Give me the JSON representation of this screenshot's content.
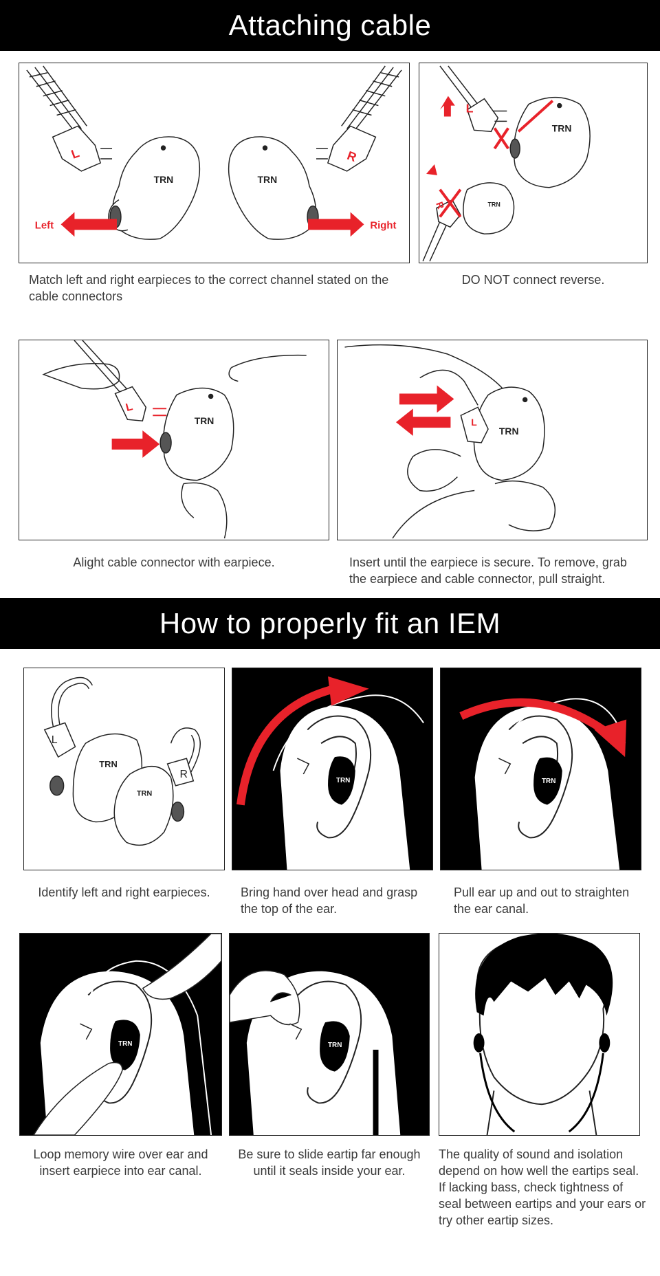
{
  "sections": {
    "cable_title": "Attaching cable",
    "fit_title": "How to properly fit an IEM"
  },
  "brand": "TRN",
  "labels": {
    "left_letter": "L",
    "right_letter": "R",
    "left_word": "Left",
    "right_word": "Right"
  },
  "captions": {
    "match_channels": "Match left and right earpieces to the correct channel stated on the cable connectors",
    "do_not_reverse": "DO NOT connect reverse.",
    "align_connector": "Alight cable connector with earpiece.",
    "insert_secure": "Insert until the earpiece is secure. To remove, grab the earpiece and cable connector, pull straight.",
    "identify": "Identify left and right earpieces.",
    "grasp_ear": "Bring hand over head and grasp the top of the ear.",
    "pull_ear": "Pull ear up and out to straighten the ear canal.",
    "loop_wire": "Loop memory wire over ear and insert earpiece into ear canal.",
    "slide_eartip": "Be sure to slide eartip far enough until it seals inside your ear.",
    "quality_seal": "The quality of sound and isolation depend on how well the eartips seal. If lacking bass, check tightness of seal between eartips and your ears or try other eartip sizes."
  },
  "colors": {
    "accent_red": "#e8222a",
    "banner_bg": "#000000",
    "ink": "#222222"
  }
}
